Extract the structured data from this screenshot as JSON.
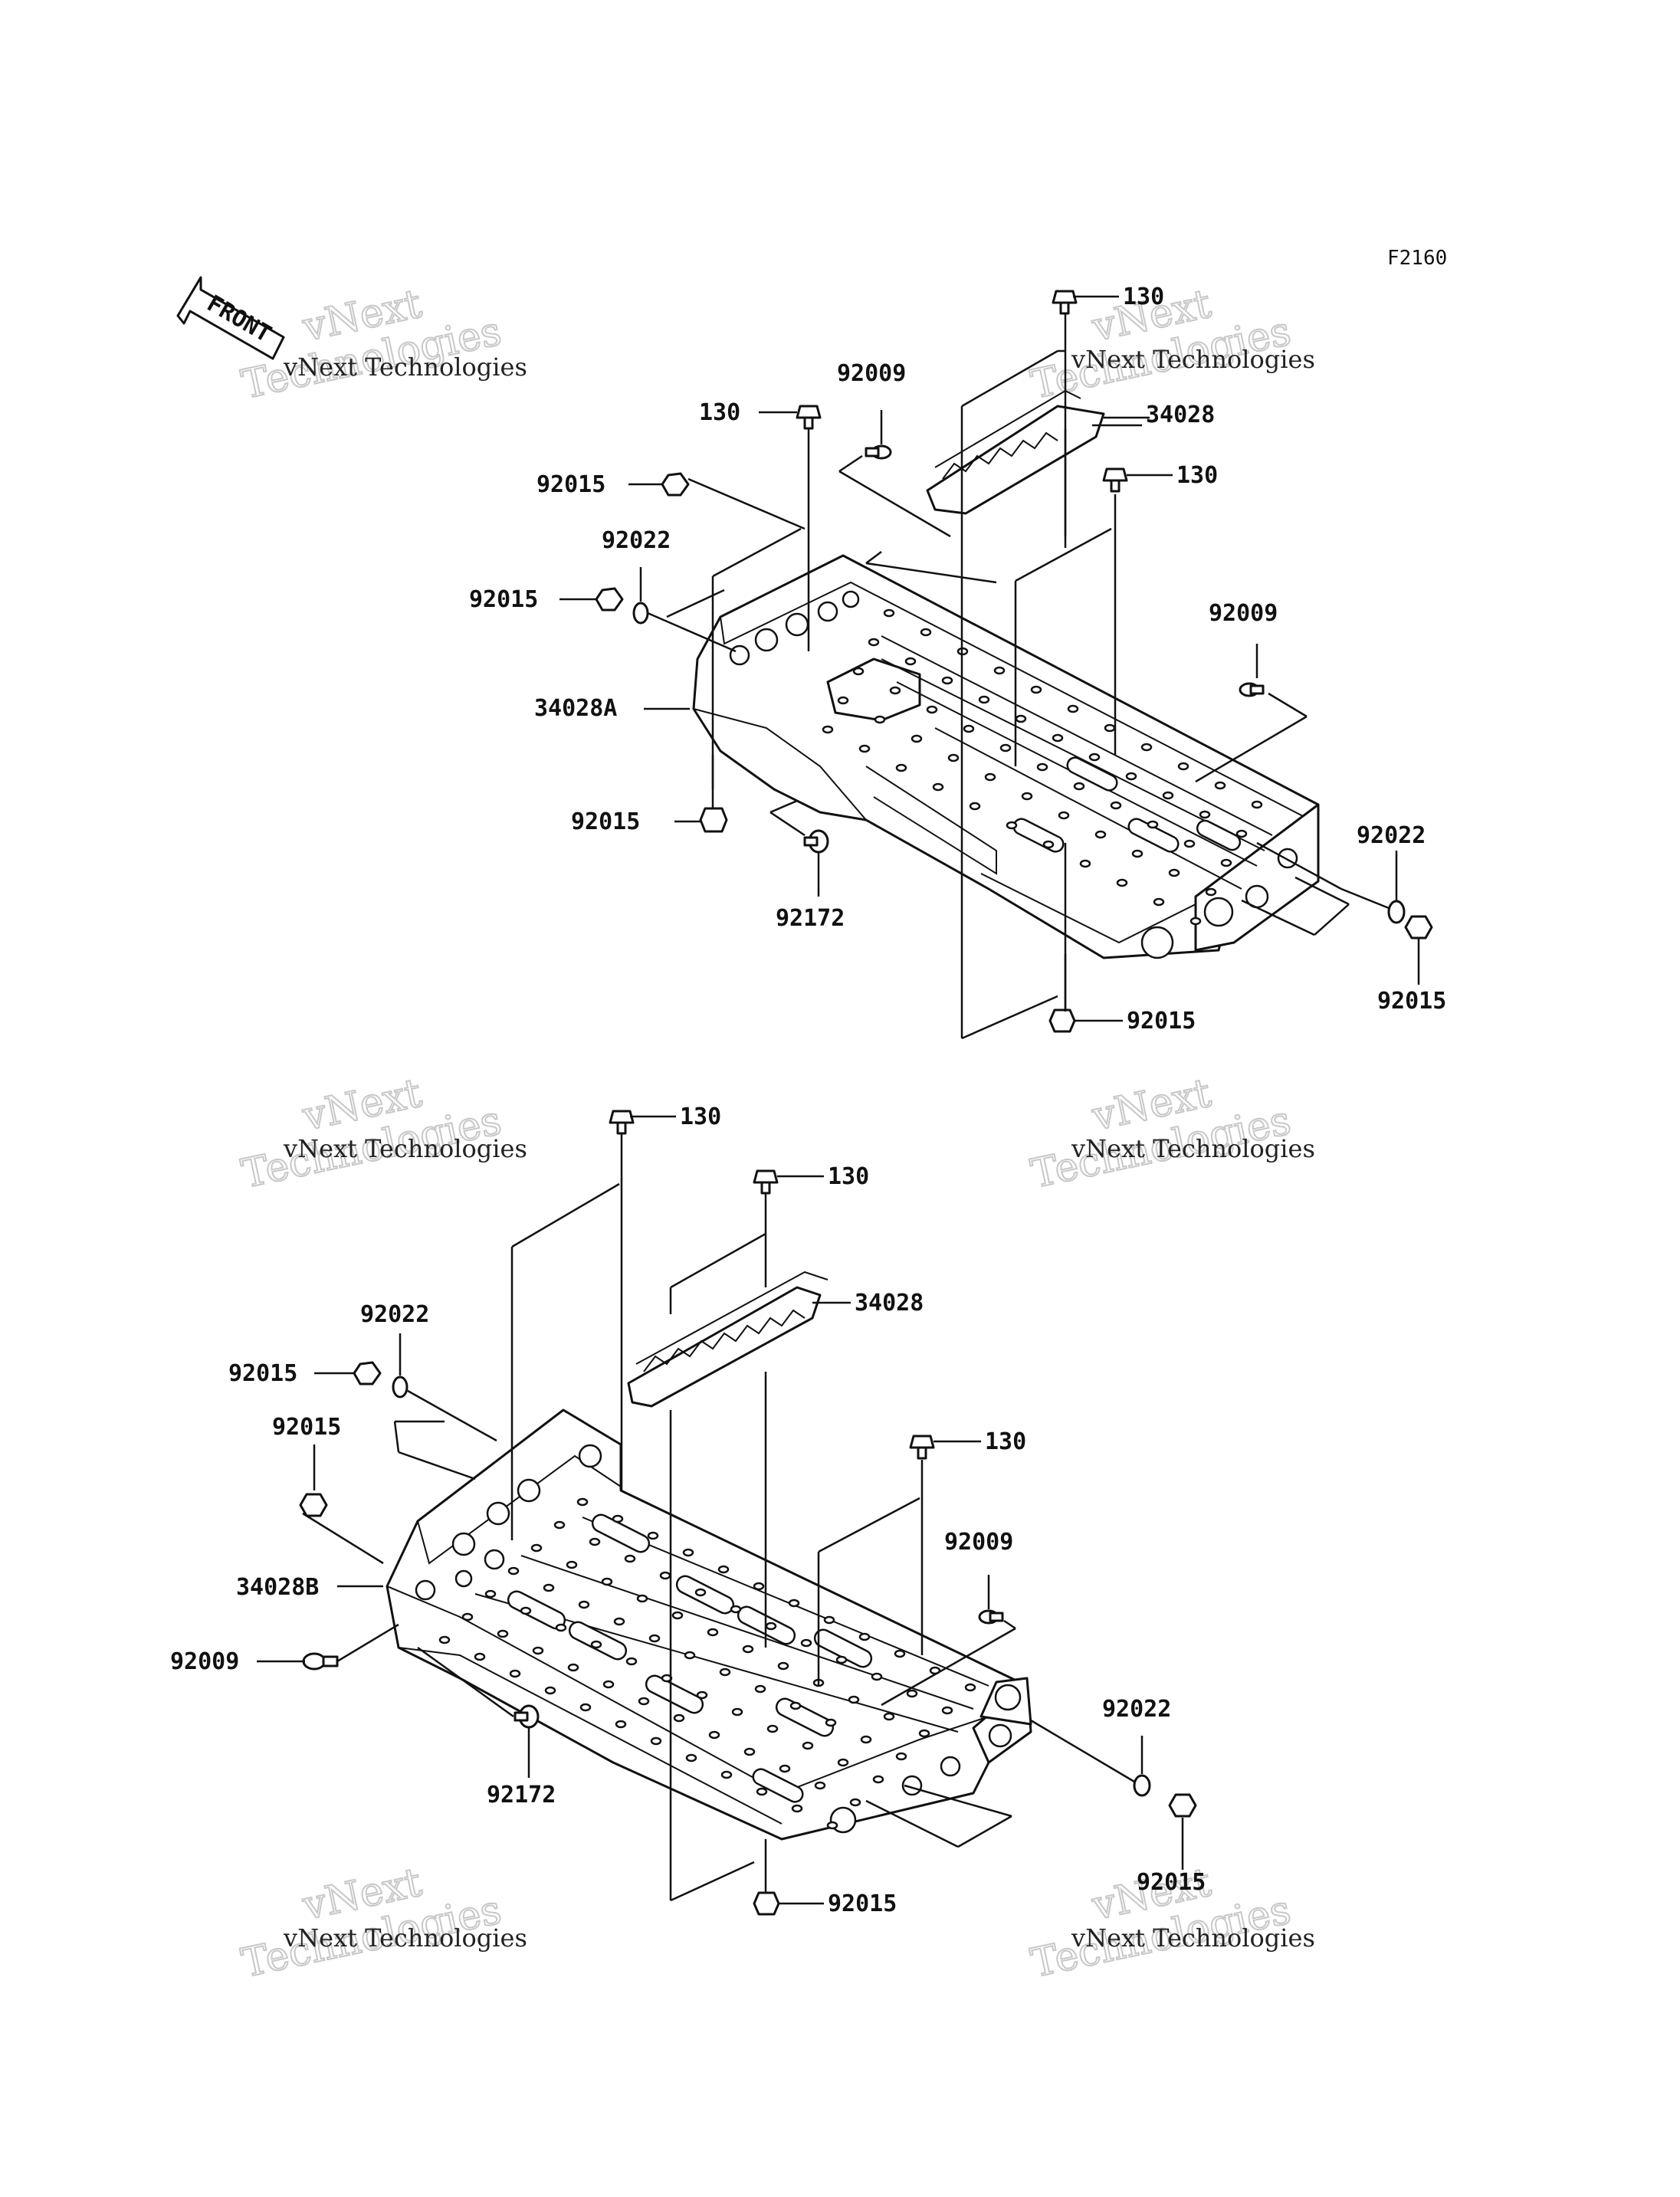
{
  "diagram_code": "F2160",
  "front_label": "FRONT",
  "watermark": {
    "line1": "vNext Technologies",
    "line2": "vNext",
    "line3": "Technologies"
  },
  "upper_assembly": {
    "labels": {
      "bolt_top": "130",
      "bolt_left": "130",
      "bolt_mid": "130",
      "screw_top": "92009",
      "screw_right": "92009",
      "step_plate": "34028",
      "nut_top_left": "92015",
      "nut_left": "92015",
      "washer_left": "92022",
      "carrier": "34028A",
      "nut_bottom_left": "92015",
      "bolt_bottom": "92172",
      "washer_right": "92022",
      "nut_right": "92015",
      "nut_bottom": "92015"
    }
  },
  "lower_assembly": {
    "labels": {
      "bolt_top": "130",
      "bolt_mid": "130",
      "bolt_right": "130",
      "step_plate": "34028",
      "washer_left": "92022",
      "nut_left": "92015",
      "nut_left2": "92015",
      "carrier": "34028B",
      "screw_left": "92009",
      "screw_right": "92009",
      "bolt_bottom": "92172",
      "washer_right": "92022",
      "nut_right": "92015",
      "nut_bottom": "92015"
    }
  }
}
